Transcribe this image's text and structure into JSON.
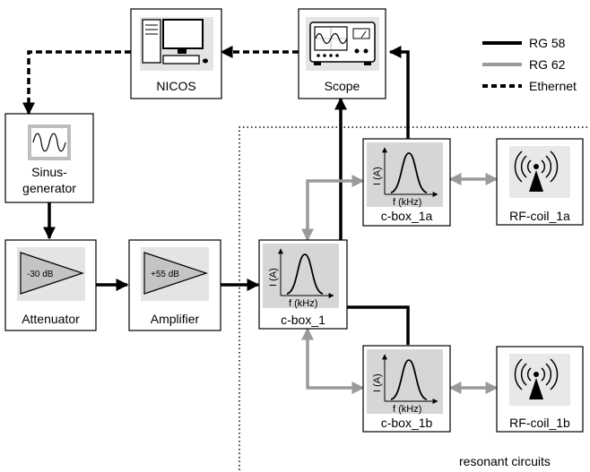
{
  "nodes": {
    "nicos": {
      "label": "NICOS",
      "icon": "computer-icon"
    },
    "scope": {
      "label": "Scope",
      "icon": "oscilloscope-icon"
    },
    "sinus": {
      "label_line1": "Sinus-",
      "label_line2": "generator",
      "icon": "sine-wave-icon"
    },
    "attenuator": {
      "label": "Attenuator",
      "gain": "-30 dB",
      "icon": "triangle-amplifier-icon"
    },
    "amplifier": {
      "label": "Amplifier",
      "gain": "+55 dB",
      "icon": "triangle-amplifier-icon"
    },
    "cbox1": {
      "label": "c-box_1",
      "y_axis": "I (A)",
      "x_axis": "f (kHz)",
      "icon": "resonance-curve-icon"
    },
    "cbox1a": {
      "label": "c-box_1a",
      "y_axis": "I (A)",
      "x_axis": "f (kHz)",
      "icon": "resonance-curve-icon"
    },
    "cbox1b": {
      "label": "c-box_1b",
      "y_axis": "I (A)",
      "x_axis": "f (kHz)",
      "icon": "resonance-curve-icon"
    },
    "rfcoil1a": {
      "label": "RF-coil_1a",
      "icon": "antenna-icon"
    },
    "rfcoil1b": {
      "label": "RF-coil_1b",
      "icon": "antenna-icon"
    }
  },
  "legend": [
    {
      "label": "RG 58",
      "style": "thick-black",
      "color": "#000000"
    },
    {
      "label": "RG 62",
      "style": "thick-gray",
      "color": "#9a9a9a"
    },
    {
      "label": "Ethernet",
      "style": "dashed-black",
      "color": "#000000"
    }
  ],
  "region_label": "resonant circuits",
  "colors": {
    "rg58": "#000000",
    "rg62": "#9a9a9a",
    "icon_fill": "#d6d6d6"
  }
}
